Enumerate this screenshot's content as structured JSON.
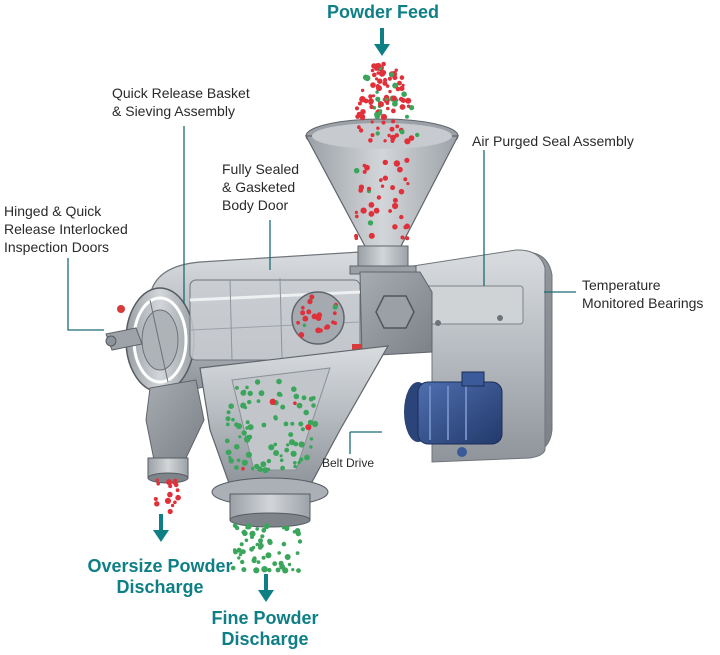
{
  "labels": {
    "powder_feed": "Powder Feed",
    "quick_release": "Quick Release Basket\n& Sieving Assembly",
    "fully_sealed": "Fully Sealed\n& Gasketed\nBody Door",
    "hinged_doors": "Hinged & Quick\nRelease Interlocked\nInspection Doors",
    "air_purged": "Air Purged Seal Assembly",
    "temperature": "Temperature\nMonitored Bearings",
    "belt_drive": "Belt Drive",
    "oversize": "Oversize Powder\nDischarge",
    "fine": "Fine Powder\nDischarge"
  },
  "colors": {
    "accent": "#0f7f86",
    "label_text": "#2a2a2a",
    "leader_line": "#1a6c73",
    "machine_steel": "#bfc3c7",
    "machine_shadow": "#8f959b",
    "motor_blue": "#2f4e86",
    "oversize_particles": "#e0303a",
    "fine_particles": "#3aa55b"
  }
}
